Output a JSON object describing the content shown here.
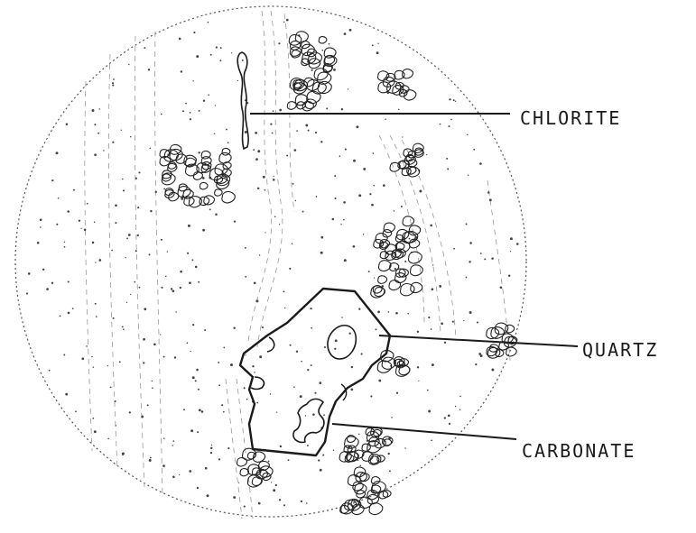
{
  "labels": {
    "chlorite": "CHLORITE",
    "quartz": "QUARTZ",
    "carbonate": "CARBONATE"
  },
  "colors": {
    "ink": "#1a1a1a",
    "background": "#ffffff"
  }
}
